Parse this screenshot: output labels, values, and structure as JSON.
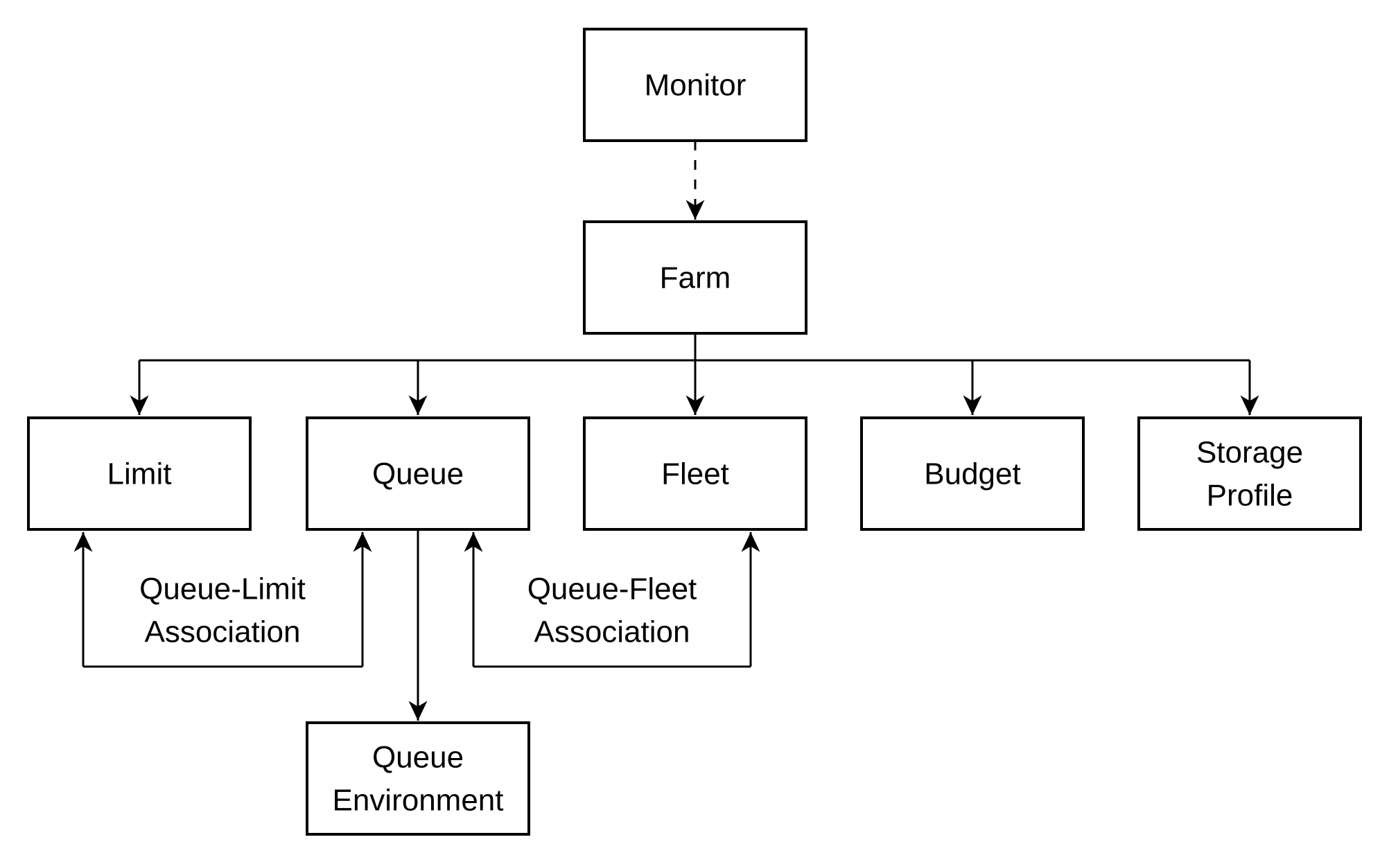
{
  "diagram": {
    "background_color": "#ffffff",
    "line_color": "#000000",
    "node_fill_color": "#ffffff",
    "text_color": "#000000",
    "nodes": {
      "monitor": {
        "label": "Monitor"
      },
      "farm": {
        "label": "Farm"
      },
      "limit": {
        "label": "Limit"
      },
      "queue": {
        "label": "Queue"
      },
      "fleet": {
        "label": "Fleet"
      },
      "budget": {
        "label": "Budget"
      },
      "storage_profile": {
        "line1": "Storage",
        "line2": "Profile"
      },
      "queue_environment": {
        "line1": "Queue",
        "line2": "Environment"
      }
    },
    "edge_labels": {
      "queue_limit_association": {
        "line1": "Queue-Limit",
        "line2": "Association"
      },
      "queue_fleet_association": {
        "line1": "Queue-Fleet",
        "line2": "Association"
      }
    },
    "edge_styles": {
      "monitor_to_farm": "dashed",
      "all_others": "solid"
    }
  }
}
